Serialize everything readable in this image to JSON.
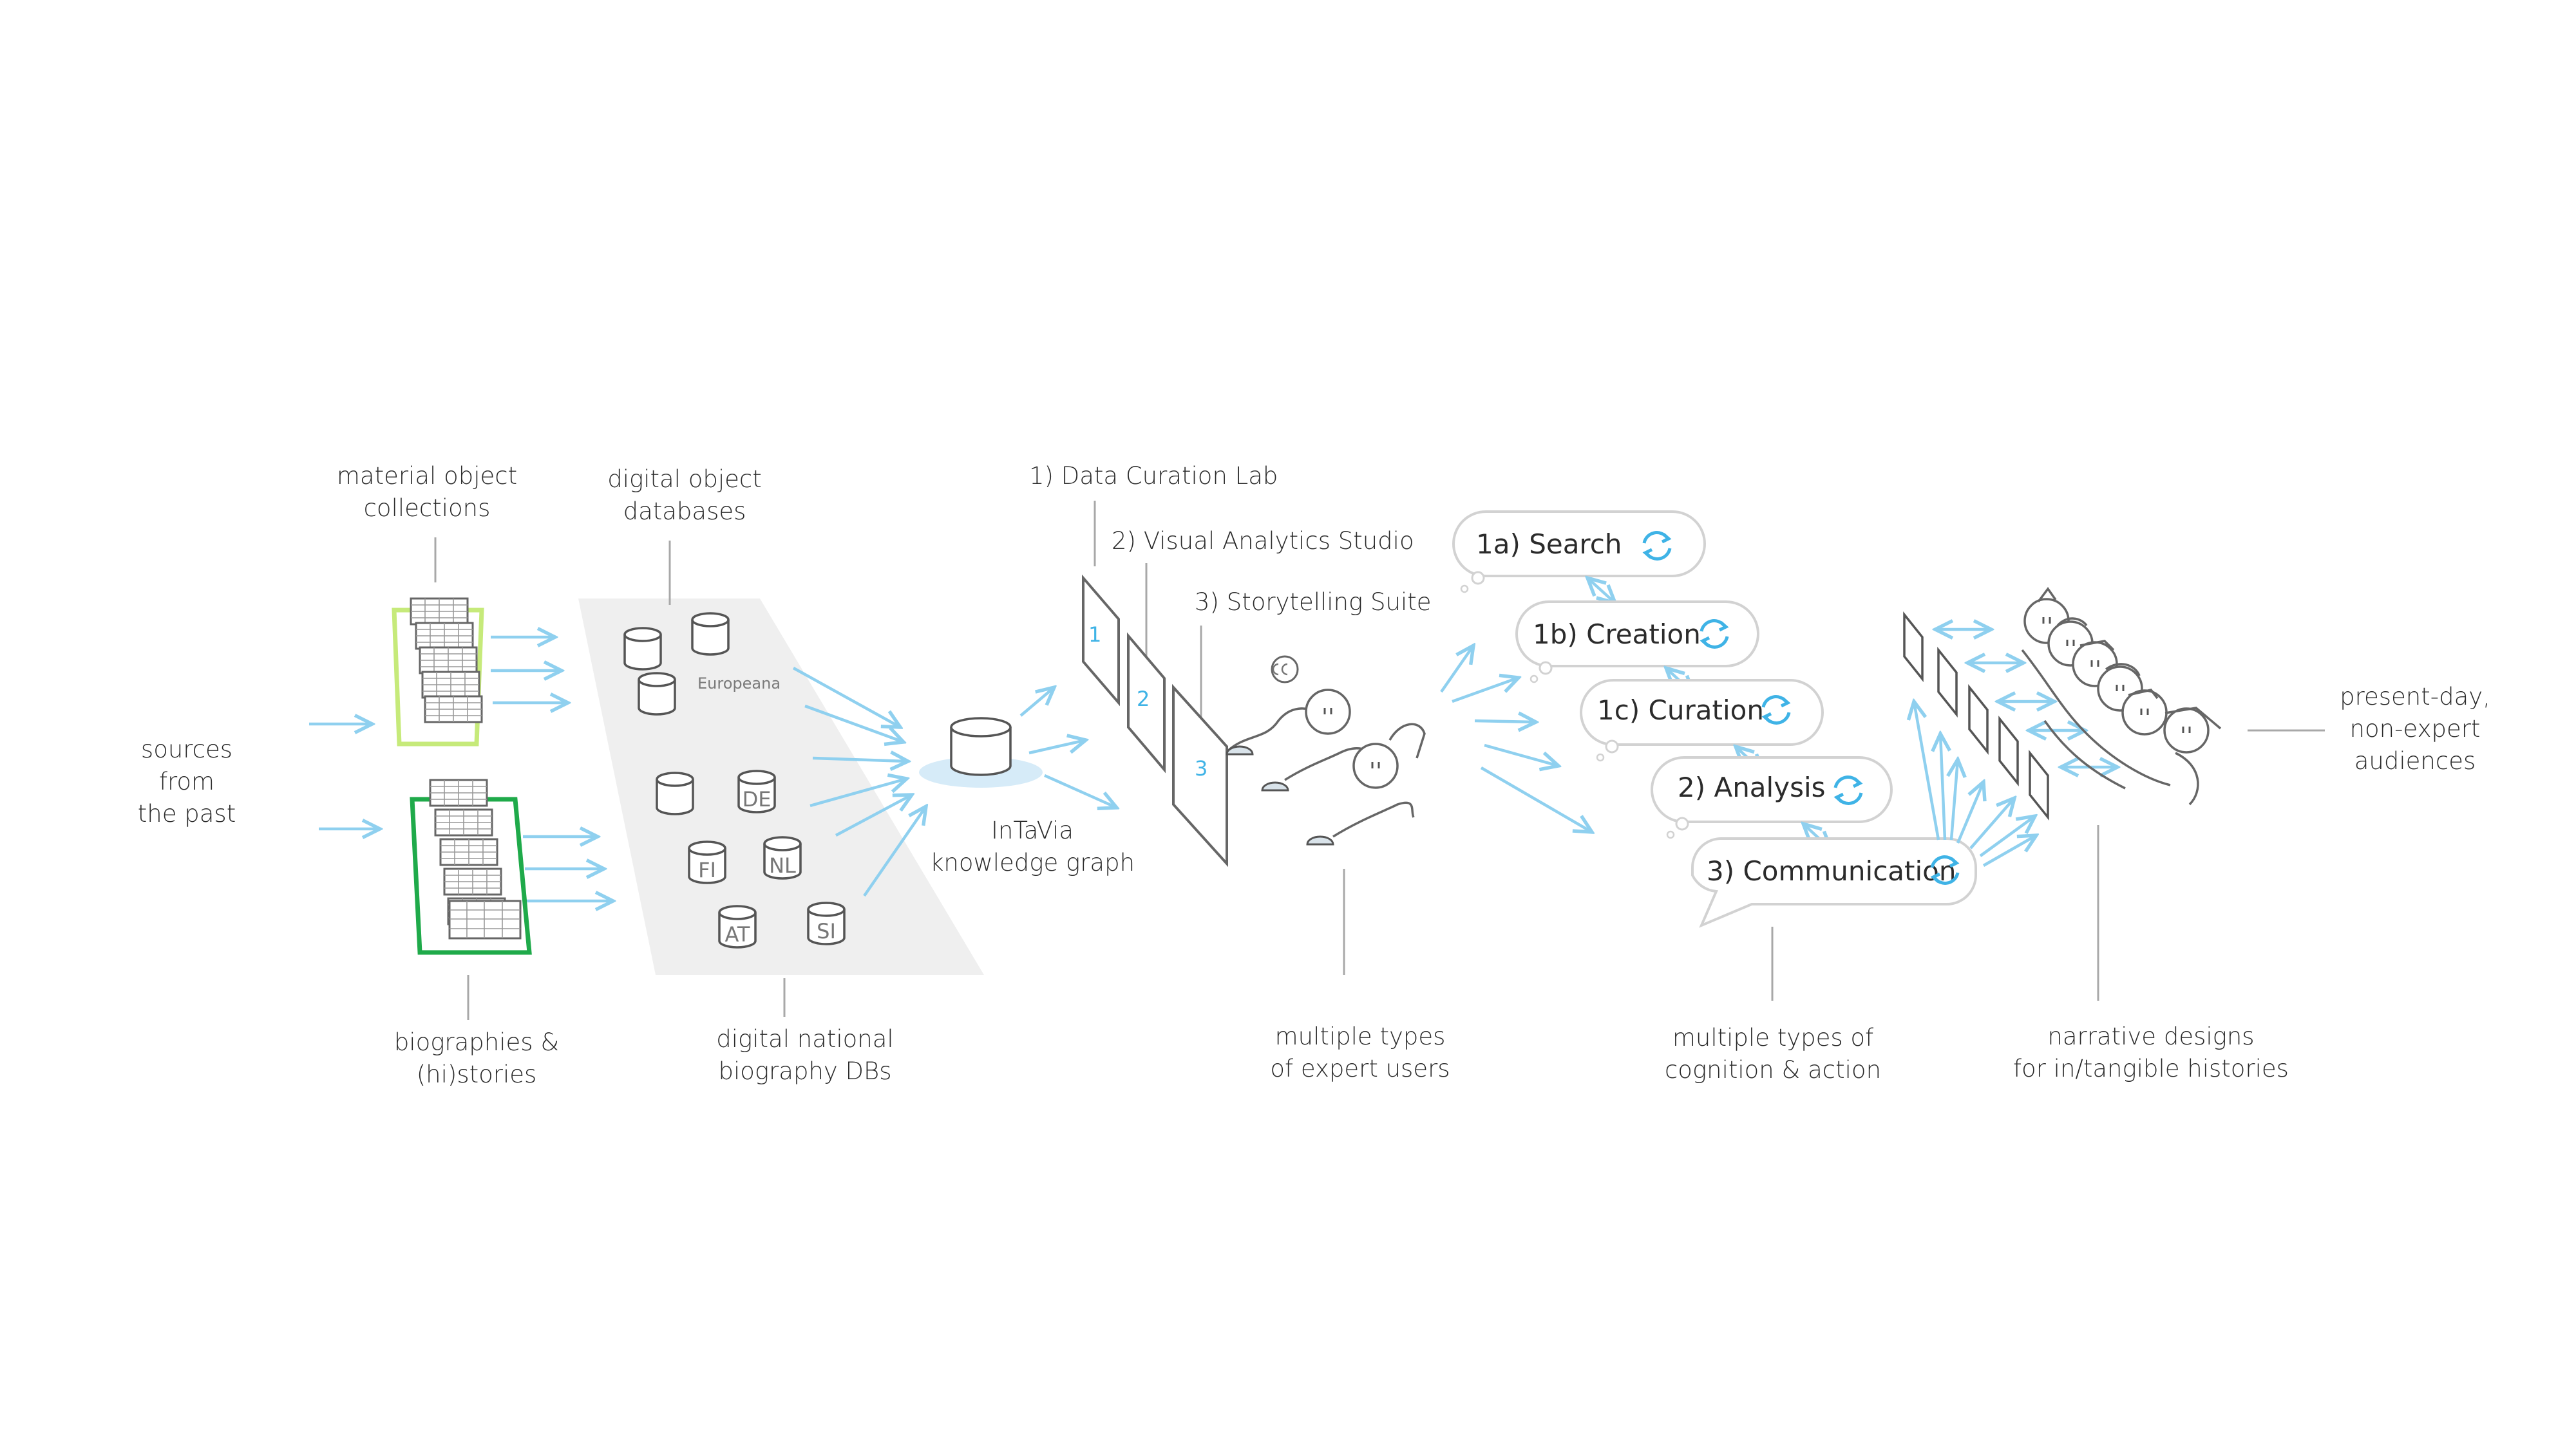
{
  "labels": {
    "sources": [
      "sources",
      "from",
      "the past"
    ],
    "material": [
      "material object",
      "collections"
    ],
    "biographies": [
      "biographies &",
      "(hi)stories"
    ],
    "digital_object": [
      "digital object",
      "databases"
    ],
    "national": [
      "digital national",
      "biography DBs"
    ],
    "europeana": "Europeana",
    "knowledge_graph": [
      "InTaVia",
      "knowledge graph"
    ],
    "lab": "1) Data Curation Lab",
    "studio": "2) Visual Analytics Studio",
    "suite": "3) Storytelling Suite",
    "expert_users": [
      "multiple types",
      "of expert users"
    ],
    "cognition": [
      "multiple types of",
      "cognition & action"
    ],
    "narrative": [
      "narrative designs",
      "for in/tangible histories"
    ],
    "audiences": [
      "present-day,",
      "non-expert",
      "audiences"
    ]
  },
  "db_codes": [
    "DE",
    "FI",
    "NL",
    "AT",
    "SI"
  ],
  "panel_numbers": [
    "1",
    "2",
    "3"
  ],
  "steps": [
    "1a)  Search",
    "1b)  Creation",
    "1c)  Curation",
    "2)  Analysis",
    "3)  Communication"
  ],
  "colors": {
    "arrow": "#8fd0ef",
    "accent": "#3fb3e6",
    "material_frame": "#c6ea7a",
    "biography_frame": "#1faa4a",
    "platform": "#efefef",
    "kg_halo": "#d6ebf8"
  },
  "icons": [
    "refresh-icon",
    "database-icon",
    "user-figure-icon",
    "screen-panel-icon"
  ]
}
